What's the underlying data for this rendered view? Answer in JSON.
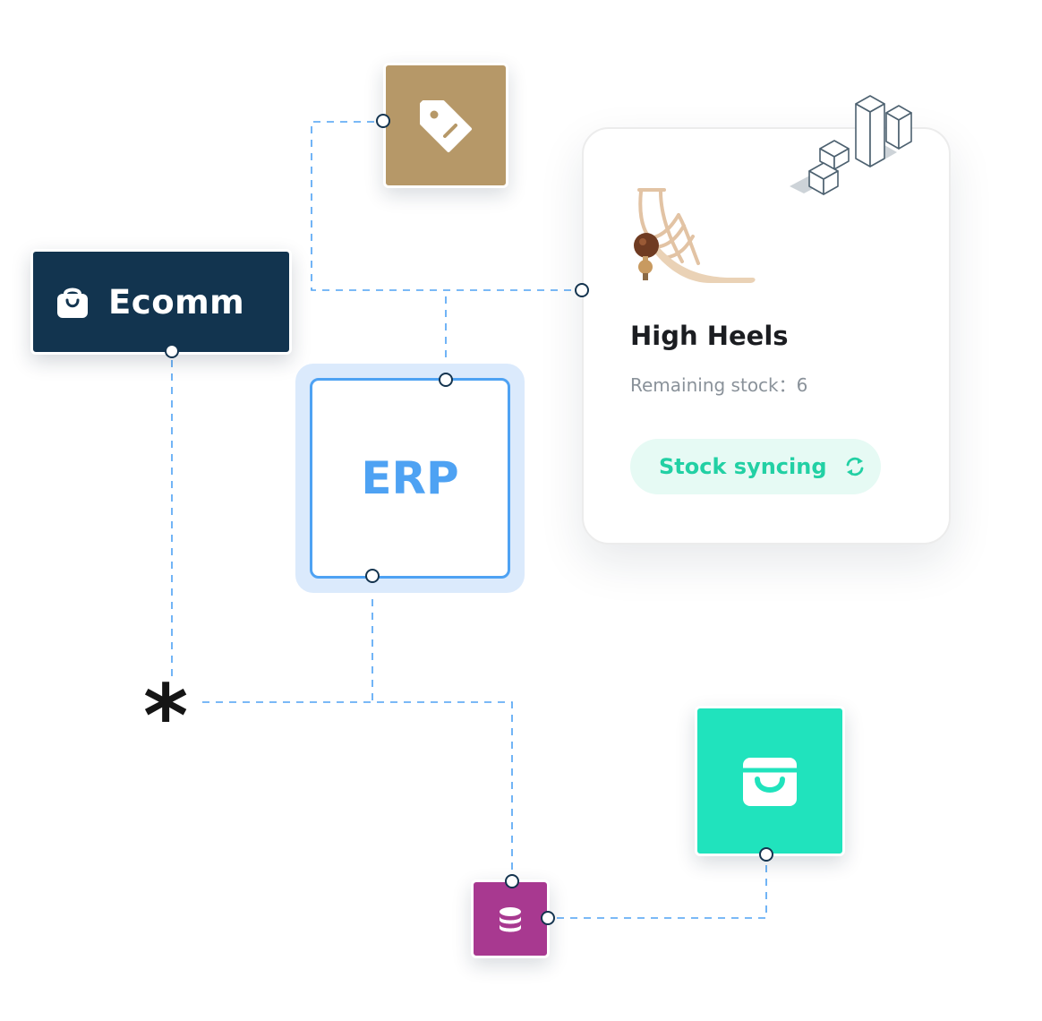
{
  "ecomm": {
    "label": "Ecomm",
    "icon": "shopping-bag-icon"
  },
  "tag": {
    "icon": "price-tag-icon",
    "color": "#b69868"
  },
  "erp": {
    "label": "ERP",
    "accent": "#4ea2f3"
  },
  "product": {
    "name": "High Heels",
    "stock_label": "Remaining stock：",
    "stock_value": "6",
    "status": "Stock syncing",
    "status_icon": "sync-icon",
    "status_color": "#22d0a4",
    "image": "high-heel-sandal",
    "decoration": "isometric-boxes-icon"
  },
  "shop": {
    "icon": "shop-basket-icon",
    "color": "#20e3bd"
  },
  "database": {
    "icon": "database-icon",
    "color": "#a83990"
  },
  "junction": {
    "label": "*"
  },
  "wire_color": "#4ea2f3",
  "port_color": "#14344f"
}
